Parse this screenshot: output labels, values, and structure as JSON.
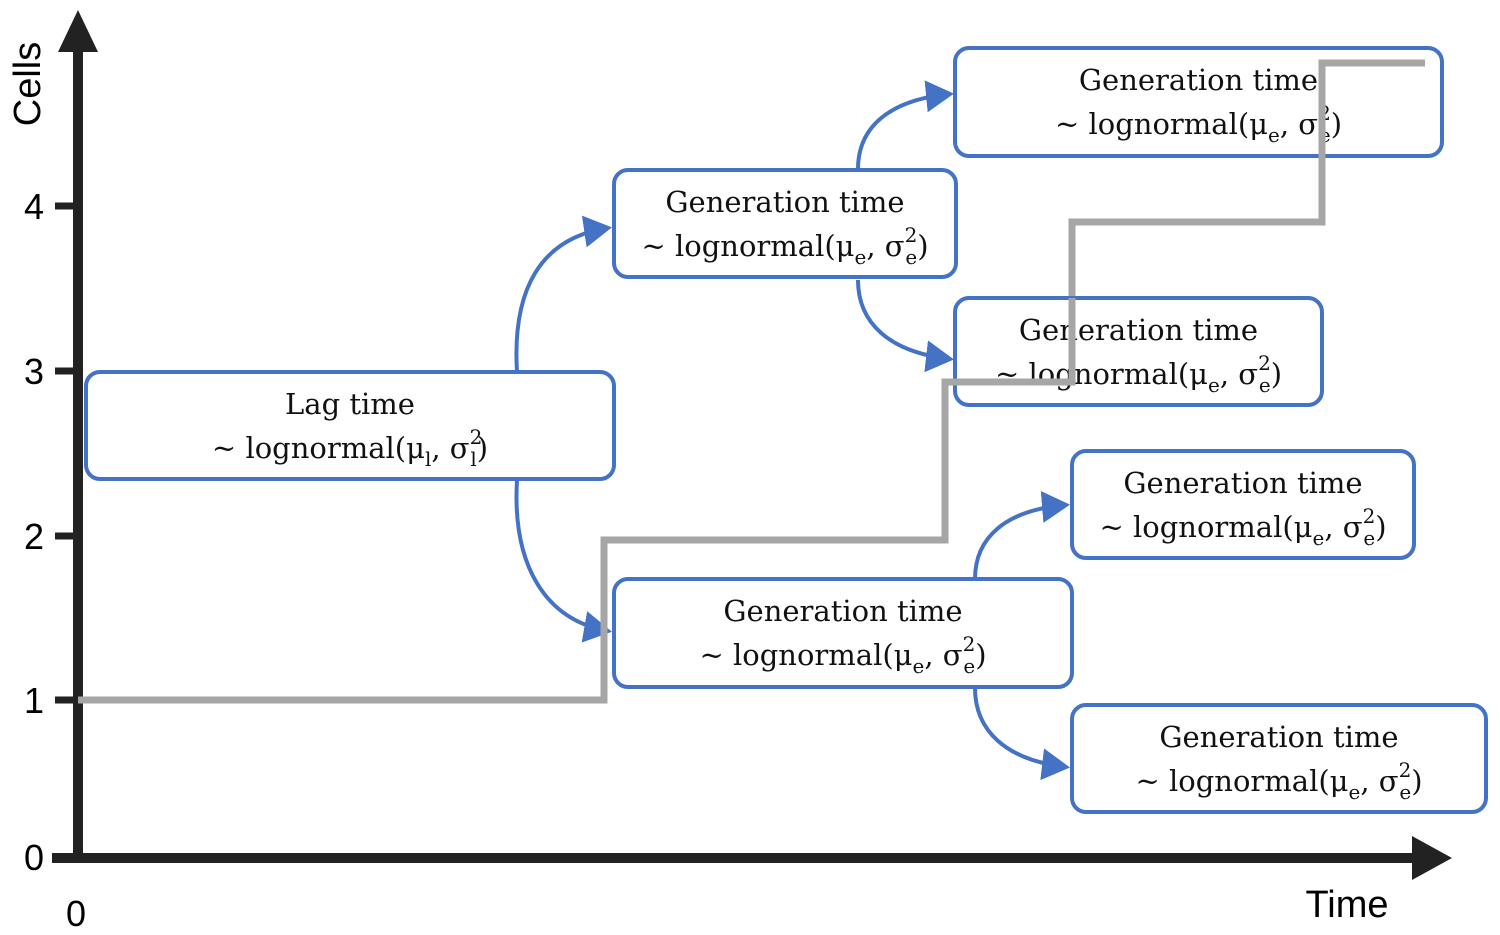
{
  "axes": {
    "y_label": "Cells",
    "x_label": "Time",
    "x_origin_label": "0",
    "y_ticks": [
      "0",
      "1",
      "2",
      "3",
      "4"
    ]
  },
  "colors": {
    "box_border": "#4472c4",
    "arrow": "#4472c4",
    "step_line": "#a6a6a6",
    "axis": "#222222"
  },
  "boxes": [
    {
      "id": "lag",
      "title": "Lag time",
      "prefix": "~ lognormal(μ",
      "sub": "l",
      "mid": ", σ",
      "sup": "2",
      "sub2": "l",
      "suffix": ")"
    },
    {
      "id": "gen-upper",
      "title": "Generation time",
      "prefix": "~ lognormal(μ",
      "sub": "e",
      "mid": ", σ",
      "sup": "2",
      "sub2": "e",
      "suffix": ")"
    },
    {
      "id": "gen-lower",
      "title": "Generation time",
      "prefix": "~ lognormal(μ",
      "sub": "e",
      "mid": ", σ",
      "sup": "2",
      "sub2": "e",
      "suffix": ")"
    },
    {
      "id": "gen-top-right",
      "title": "Generation time",
      "prefix": "~ lognormal(μ",
      "sub": "e",
      "mid": ", σ",
      "sup": "2",
      "sub2": "e",
      "suffix": ")"
    },
    {
      "id": "gen-mid-right",
      "title": "Generation time",
      "prefix": "~ lognormal(μ",
      "sub": "e",
      "mid": ", σ",
      "sup": "2",
      "sub2": "e",
      "suffix": ")"
    },
    {
      "id": "gen-low-right",
      "title": "Generation time",
      "prefix": "~ lognormal(μ",
      "sub": "e",
      "mid": ", σ",
      "sup": "2",
      "sub2": "e",
      "suffix": ")"
    },
    {
      "id": "gen-bottom-right",
      "title": "Generation time",
      "prefix": "~ lognormal(μ",
      "sub": "e",
      "mid": ", σ",
      "sup": "2",
      "sub2": "e",
      "suffix": ")"
    }
  ]
}
